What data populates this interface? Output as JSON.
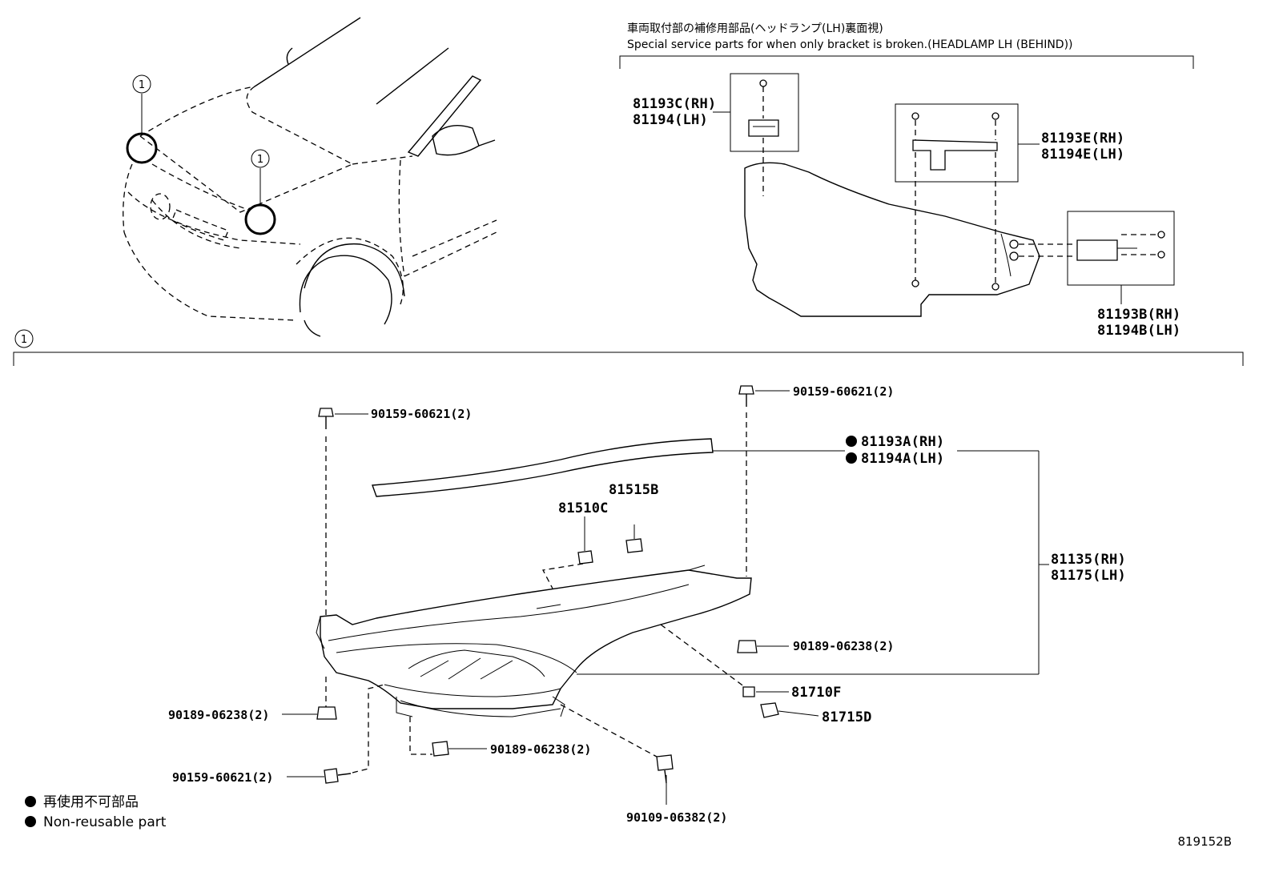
{
  "bracket_section": {
    "title_jp": "車両取付部の補修用部品(ヘッドランプ(LH)裏面視)",
    "title_en": "Special service parts for when only bracket is broken.(HEADLAMP LH (BEHIND))"
  },
  "callout_marker": "1",
  "parts": {
    "p81193c": "81193C(RH)",
    "p81194c": "81194(LH)",
    "p81193e": "81193E(RH)",
    "p81194e": "81194E(LH)",
    "p81193b": "81193B(RH)",
    "p81194b": "81194B(LH)",
    "p90159_top_left": "90159-60621(2)",
    "p90159_top_right": "90159-60621(2)",
    "p81193a": "81193A(RH)",
    "p81194a": "81194A(LH)",
    "p81515b": "81515B",
    "p81510c": "81510C",
    "p81135": "81135(RH)",
    "p81175": "81175(LH)",
    "p90189_right": "90189-06238(2)",
    "p81710f": "81710F",
    "p81715d": "81715D",
    "p90189_left": "90189-06238(2)",
    "p90189_bottom": "90189-06238(2)",
    "p90159_bottom": "90159-60621(2)",
    "p90109": "90109-06382(2)"
  },
  "legend": {
    "jp": "再使用不可部品",
    "en": "Non-reusable part"
  },
  "figure_id": "819152B"
}
